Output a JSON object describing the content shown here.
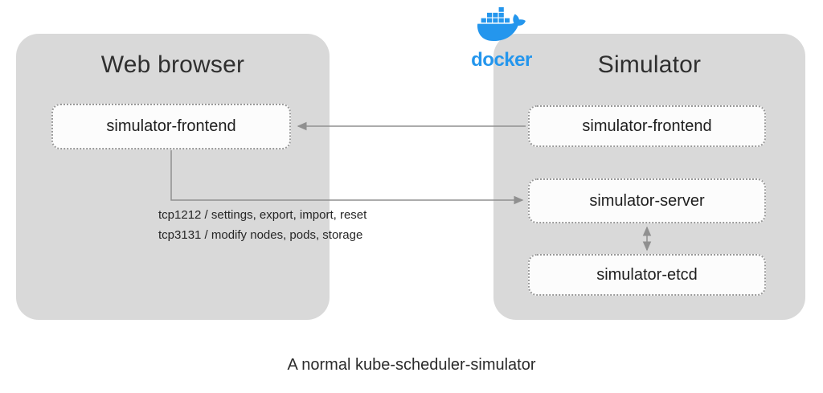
{
  "diagram": {
    "caption": "A normal kube-scheduler-simulator",
    "panels": {
      "web_browser": {
        "title": "Web browser",
        "nodes": {
          "frontend": {
            "label": "simulator-frontend"
          }
        }
      },
      "simulator": {
        "title": "Simulator",
        "nodes": {
          "frontend": {
            "label": "simulator-frontend"
          },
          "server": {
            "label": "simulator-server"
          },
          "etcd": {
            "label": "simulator-etcd"
          }
        }
      }
    },
    "docker_logo": {
      "wordmark": "docker",
      "color": "#2496ed"
    },
    "connection_labels": [
      "tcp1212 / settings, export, import, reset",
      "tcp3131 / modify nodes, pods, storage"
    ],
    "colors": {
      "panel_background": "#d9d9d9",
      "node_background": "#fcfcfc",
      "node_border": "#999999",
      "arrow": "#909090",
      "text": "#2b2b2b"
    }
  }
}
